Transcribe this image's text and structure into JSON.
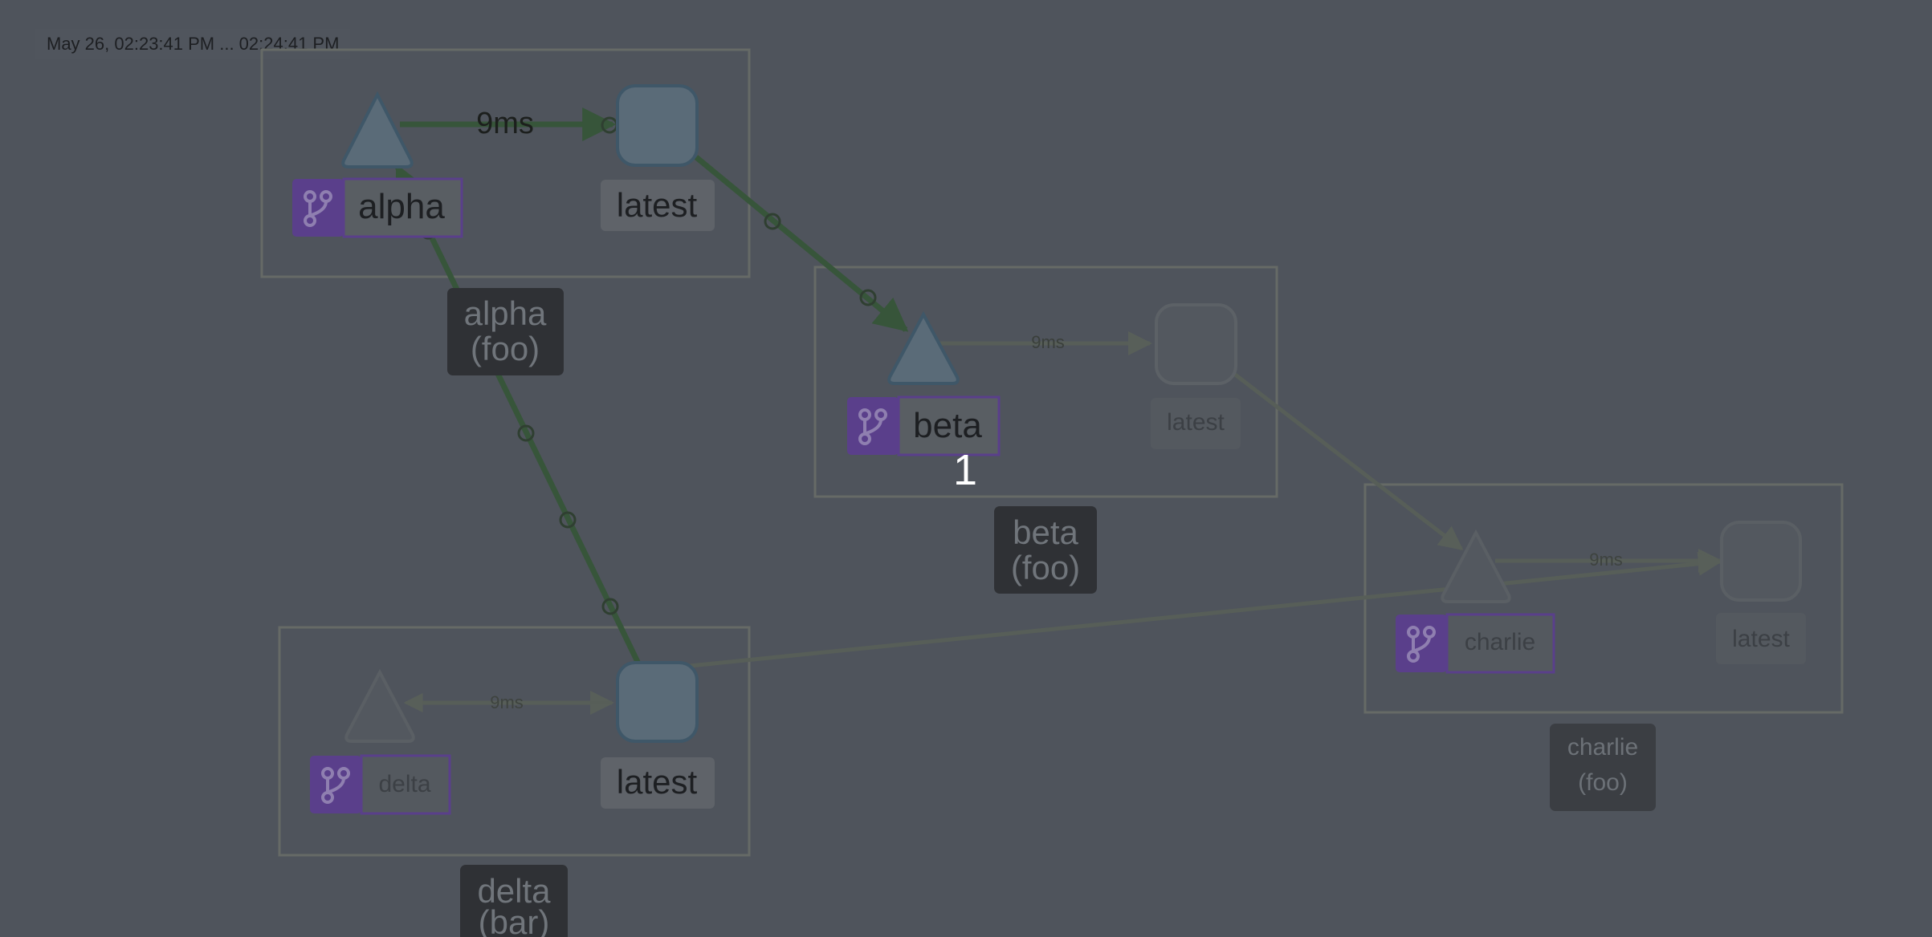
{
  "toolbar": {
    "time_range": "May 26, 02:23:41 PM ... 02:24:41 PM"
  },
  "badge": {
    "count": "1"
  },
  "edge_label": "9ms",
  "colors": {
    "background": "#4f545c",
    "box_border": "#666a66",
    "edge_active": "#37553a",
    "edge_faded": "#575e58",
    "node_fill": "#5a6b78",
    "node_stroke": "#3f5768",
    "app_label_bg": "#2f3135",
    "version_tag_bg": "#5f6369",
    "workload_badge": "#5a3f8b"
  },
  "apps": [
    {
      "id": "alpha",
      "label_line1": "alpha",
      "label_line2": "(foo)",
      "workload": "alpha",
      "version": "latest",
      "edge": "9ms"
    },
    {
      "id": "beta",
      "label_line1": "beta",
      "label_line2": "(foo)",
      "workload": "beta",
      "version": "latest",
      "edge": "9ms"
    },
    {
      "id": "charlie",
      "label_line1": "charlie",
      "label_line2": "(foo)",
      "workload": "charlie",
      "version": "latest",
      "edge": "9ms"
    },
    {
      "id": "delta",
      "label_line1": "delta",
      "label_line2": "(bar)",
      "workload": "delta",
      "version": "latest",
      "edge": "9ms"
    }
  ]
}
